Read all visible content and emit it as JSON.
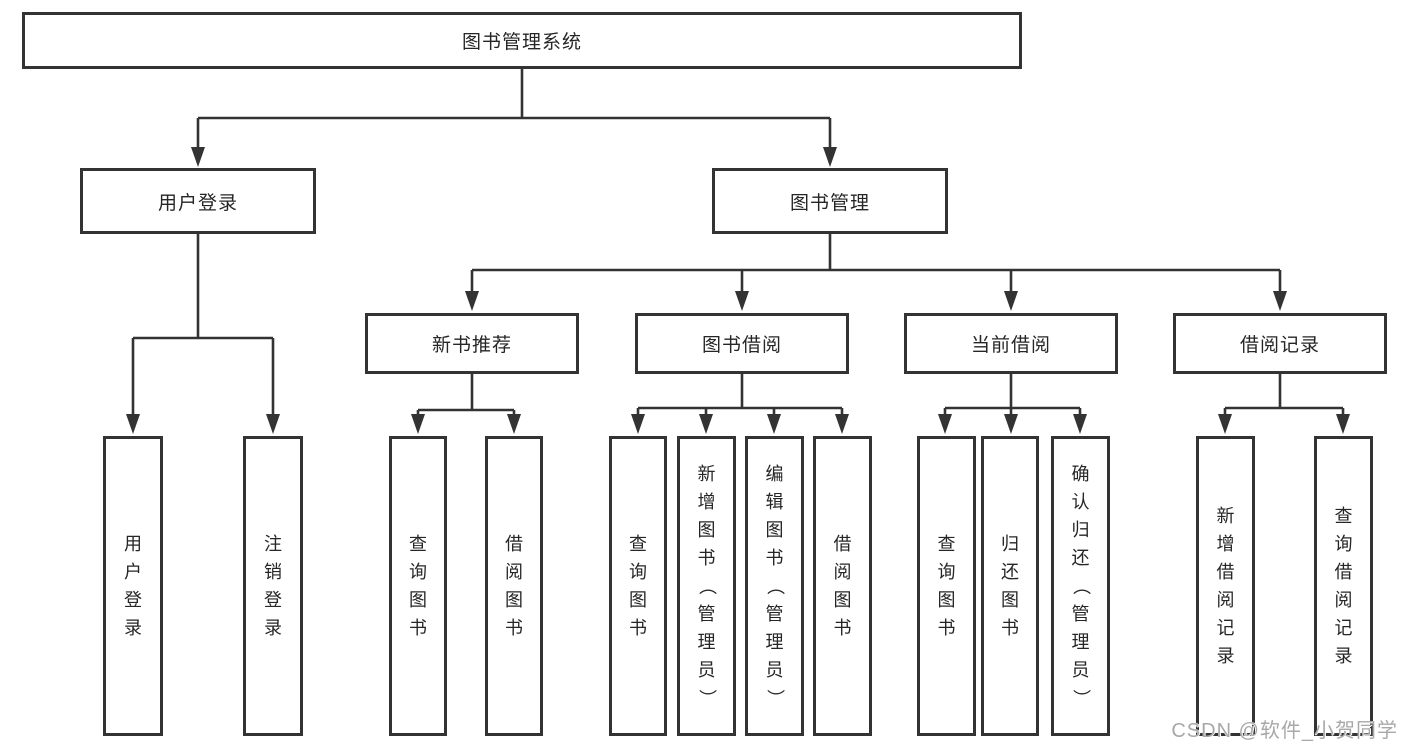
{
  "diagram_title": "图书管理系统",
  "tree": {
    "root": {
      "label": "图书管理系统"
    },
    "branches": [
      {
        "label": "用户登录",
        "children": [
          {
            "label": "用户登录"
          },
          {
            "label": "注销登录"
          }
        ]
      },
      {
        "label": "图书管理",
        "children": [
          {
            "label": "新书推荐",
            "children": [
              {
                "label": "查询图书"
              },
              {
                "label": "借阅图书"
              }
            ]
          },
          {
            "label": "图书借阅",
            "children": [
              {
                "label": "查询图书"
              },
              {
                "label": "新增图书（管理员）"
              },
              {
                "label": "编辑图书（管理员）"
              },
              {
                "label": "借阅图书"
              }
            ]
          },
          {
            "label": "当前借阅",
            "children": [
              {
                "label": "查询图书"
              },
              {
                "label": "归还图书"
              },
              {
                "label": "确认归还（管理员）"
              }
            ]
          },
          {
            "label": "借阅记录",
            "children": [
              {
                "label": "新增借阅记录"
              },
              {
                "label": "查询借阅记录"
              }
            ]
          }
        ]
      }
    ]
  },
  "watermark": "CSDN @软件_小贺同学",
  "colors": {
    "line": "#333333",
    "text": "#262626",
    "box_fill": "#ffffff",
    "watermark": "#a8a8a8"
  }
}
